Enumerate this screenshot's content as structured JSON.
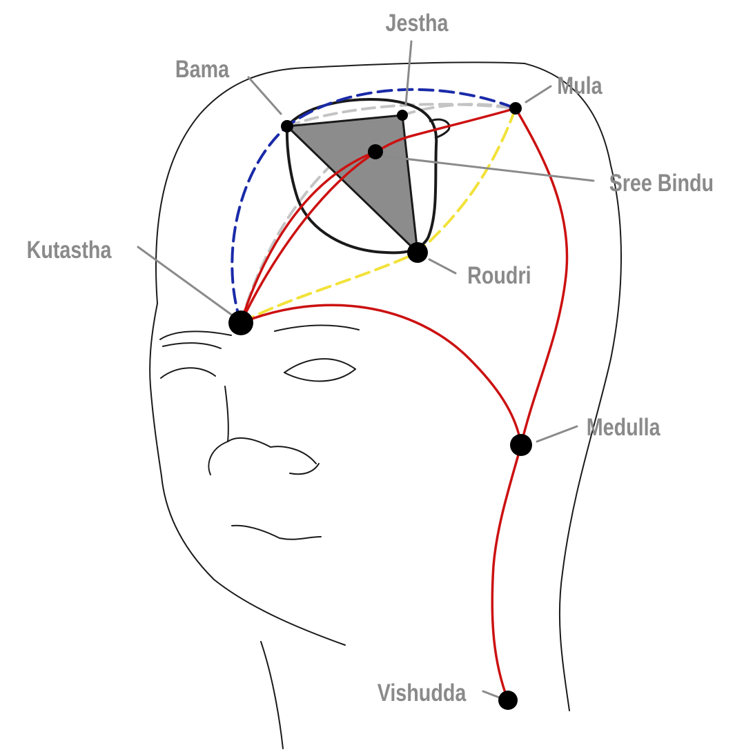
{
  "labels": {
    "jestha": "Jestha",
    "bama": "Bama",
    "mula": "Mula",
    "sree_bindu": "Sree Bindu",
    "kutastha": "Kutastha",
    "roudri": "Roudri",
    "medulla": "Medulla",
    "vishudda": "Vishudda"
  },
  "colors": {
    "outline": "#1a1a1a",
    "red_path": "#cc1111",
    "blue_path": "#1a2aa8",
    "grey_path": "#c4c4c4",
    "yellow_path": "#f2e23a",
    "triangle_fill": "#8c8c8c",
    "node": "#000000",
    "label_text": "#8a8a8a",
    "leader_line": "#8a8a8a"
  }
}
